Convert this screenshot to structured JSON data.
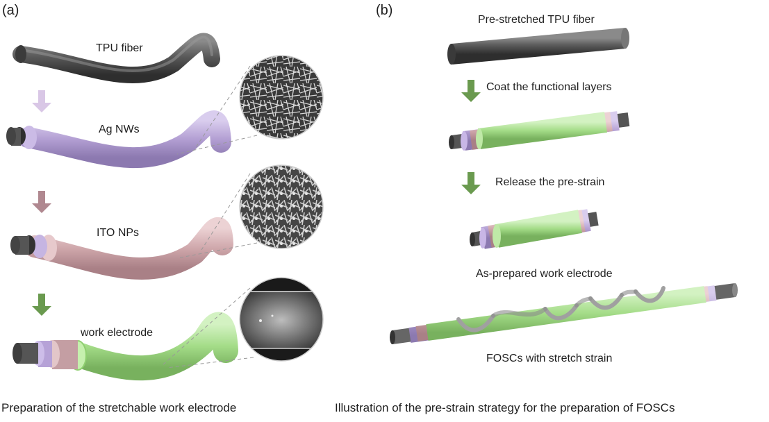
{
  "panel_a": {
    "tag": "(a)",
    "labels": {
      "tpu": "TPU fiber",
      "ag": "Ag NWs",
      "ito": "ITO NPs",
      "work": "work electrode"
    },
    "caption": "Preparation of the stretchable work electrode",
    "colors": {
      "core": "#5c5c5c",
      "ag_layer": "#b7a3d6",
      "ito_layer": "#c9a1a8",
      "work_layer": "#9fd98a",
      "arrow_1": "#d9c7e6",
      "arrow_2": "#b08890",
      "arrow_3": "#6a9a4f"
    }
  },
  "panel_b": {
    "tag": "(b)",
    "labels": {
      "title": "Pre-stretched TPU fiber",
      "coat": "Coat the functional layers",
      "release": "Release the pre-strain",
      "as_prepared": "As-prepared work electrode",
      "foscs": "FOSCs with stretch strain"
    },
    "caption": "Illustration of the pre-strain strategy for the preparation of FOSCs",
    "colors": {
      "arrow": "#6a9a4f",
      "green_layer": "#a9e08f",
      "pink_layer": "#d7a8ac",
      "purple_layer": "#bca6d9",
      "wire": "#9a9a9a"
    }
  }
}
